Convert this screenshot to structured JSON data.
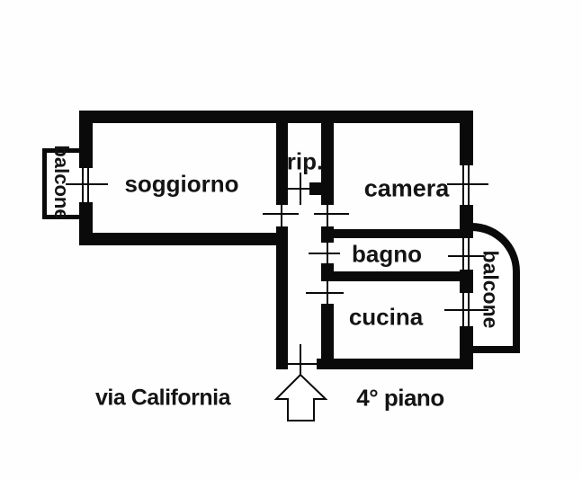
{
  "plan": {
    "type": "apartment-floor-plan",
    "rooms": {
      "soggiorno": {
        "label": "soggiorno"
      },
      "rip": {
        "label": "rip."
      },
      "camera": {
        "label": "camera"
      },
      "bagno": {
        "label": "bagno"
      },
      "cucina": {
        "label": "cucina"
      }
    },
    "balconies": {
      "left": {
        "label": "balcone"
      },
      "right": {
        "label": "balcone"
      }
    },
    "annotations": {
      "street": "via California",
      "floor": "4° piano"
    },
    "entrance": {
      "symbol": "up-arrow"
    }
  },
  "colors": {
    "wall": "#0a0a0a",
    "background": "#fefefe",
    "text": "#141414"
  }
}
